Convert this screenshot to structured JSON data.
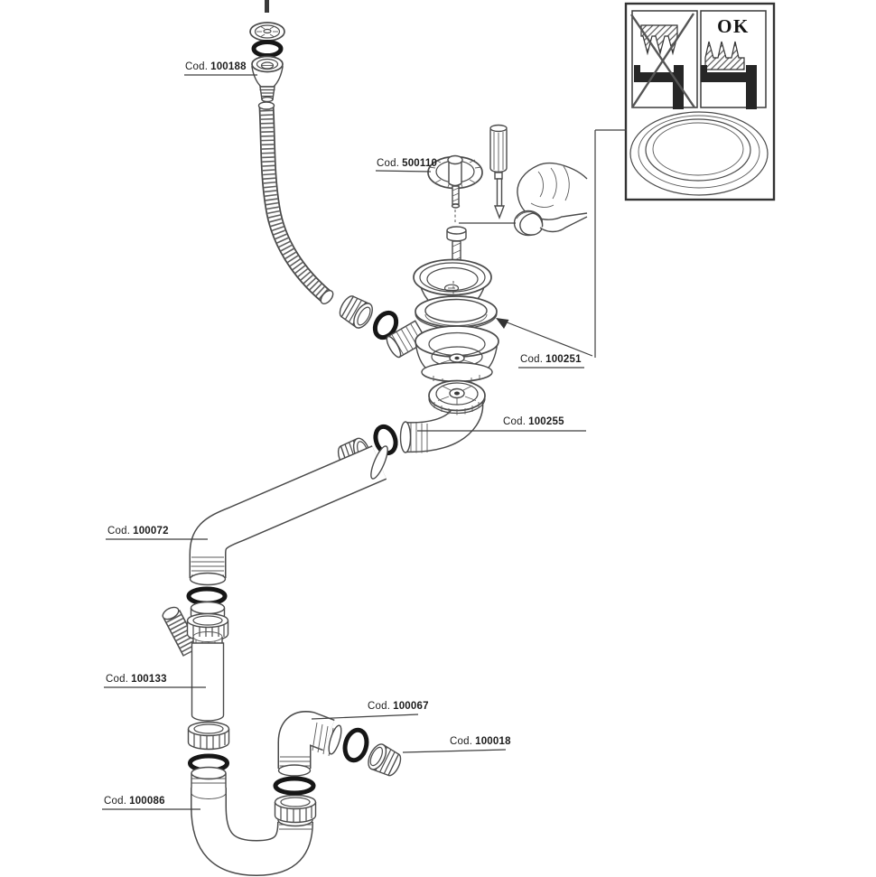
{
  "labels": {
    "overflow_plug": {
      "prefix": "Cod.",
      "code": "100188"
    },
    "strainer_basket": {
      "prefix": "Cod.",
      "code": "500110"
    },
    "flange_gasket": {
      "prefix": "Cod.",
      "code": "100251"
    },
    "outlet_elbow": {
      "prefix": "Cod.",
      "code": "100255"
    },
    "curved_pipe": {
      "prefix": "Cod.",
      "code": "100072"
    },
    "inlet_pipe": {
      "prefix": "Cod.",
      "code": "100133"
    },
    "trap_elbow": {
      "prefix": "Cod.",
      "code": "100067"
    },
    "compression_nut": {
      "prefix": "Cod.",
      "code": "100018"
    },
    "u_bend_trap": {
      "prefix": "Cod.",
      "code": "100086"
    }
  },
  "inset": {
    "ok_label": "OK"
  },
  "colors": {
    "background": "#ffffff",
    "line": "#4a4a4a",
    "seal": "#161616"
  }
}
